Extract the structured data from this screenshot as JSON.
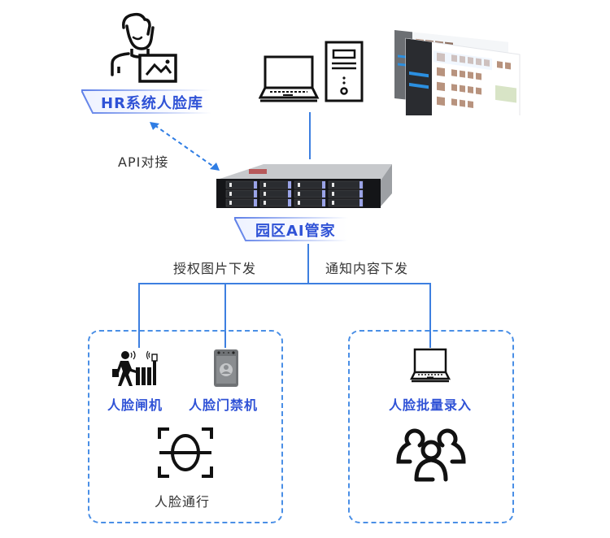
{
  "nodes": {
    "hr_system": {
      "label": "HR系统人脸库",
      "icon": "person-with-photo-icon"
    },
    "workstation": {
      "icon": "laptop-and-desktop-icon"
    },
    "software_screens": {
      "icon": "face-management-software-screenshot"
    },
    "server": {
      "label": "园区AI管家",
      "icon": "rack-server-icon"
    },
    "face_gate": {
      "label": "人脸闸机",
      "icon": "turnstile-gate-icon"
    },
    "face_access": {
      "label": "人脸门禁机",
      "icon": "access-control-terminal-icon"
    },
    "face_pass": {
      "label": "人脸通行",
      "icon": "face-scan-icon"
    },
    "batch_entry": {
      "label": "人脸批量录入",
      "icon": "laptop-icon"
    },
    "group": {
      "icon": "user-group-icon"
    }
  },
  "edges": {
    "api": {
      "label": "API对接"
    },
    "auth_images": {
      "label": "授权图片下发"
    },
    "notify": {
      "label": "通知内容下发"
    }
  },
  "colors": {
    "accent": "#2f52d6",
    "line": "#3d7fe0",
    "dashed_border": "#4a8fe6",
    "text": "#333333"
  }
}
